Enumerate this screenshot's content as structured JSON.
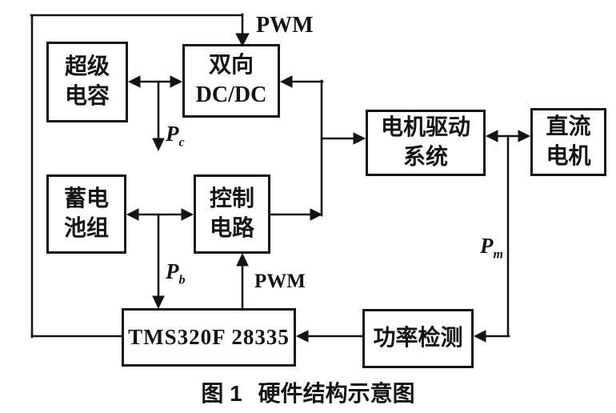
{
  "colors": {
    "ink": "#141414",
    "background": "#ffffff"
  },
  "blocks": {
    "supercap": {
      "lines": [
        "超级",
        "电容"
      ]
    },
    "dcdc": {
      "lines": [
        "双向",
        "DC/DC"
      ]
    },
    "battery": {
      "lines": [
        "蓄电",
        "池组"
      ]
    },
    "control": {
      "lines": [
        "控制",
        "电路"
      ]
    },
    "motor_drive": {
      "lines": [
        "电机驱动",
        "系统"
      ]
    },
    "dc_motor": {
      "lines": [
        "直流",
        "电机"
      ]
    },
    "dsp": {
      "lines": [
        "TMS320F 28335"
      ]
    },
    "power_detect": {
      "lines": [
        "功率检测"
      ]
    }
  },
  "labels": {
    "pwm_top": "PWM",
    "pwm_mid": "PWM",
    "p_c": {
      "base": "P",
      "sub": "c"
    },
    "p_b": {
      "base": "P",
      "sub": "b"
    },
    "p_m": {
      "base": "P",
      "sub": "m"
    }
  },
  "caption": {
    "prefix": "图 1",
    "title": "硬件结构示意图"
  }
}
